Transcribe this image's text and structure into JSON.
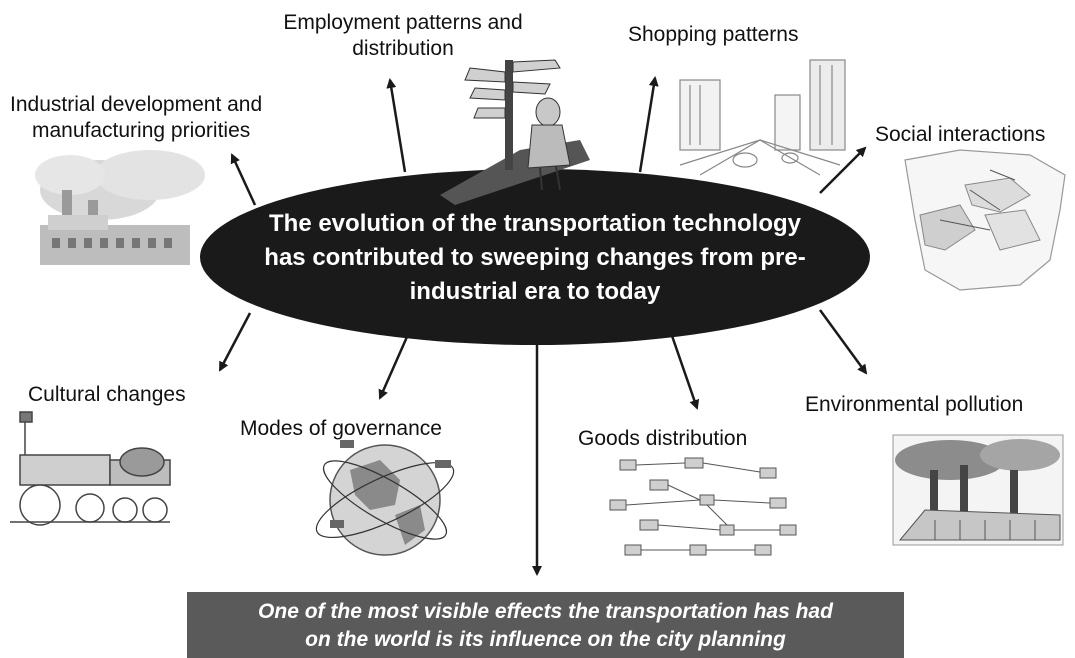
{
  "center": {
    "lines": [
      "The evolution of the transportation technology",
      "has contributed to sweeping changes from pre-",
      "industrial era to today"
    ]
  },
  "labels": {
    "industrial": [
      "Industrial development and",
      "manufacturing priorities"
    ],
    "employment": [
      "Employment patterns and",
      "distribution"
    ],
    "shopping": [
      "Shopping patterns"
    ],
    "social": [
      "Social interactions"
    ],
    "cultural": [
      "Cultural changes"
    ],
    "governance": [
      "Modes of governance"
    ],
    "goods": [
      "Goods distribution"
    ],
    "environmental": [
      "Environmental pollution"
    ]
  },
  "conclusion": {
    "lines": [
      "One of the most visible effects the transportation has had",
      "on the world is its influence on the city planning"
    ]
  },
  "colors": {
    "ellipse": "#1a1a1a",
    "arrow": "#1a1a1a",
    "conclusion_box": "#5a5a5a"
  }
}
